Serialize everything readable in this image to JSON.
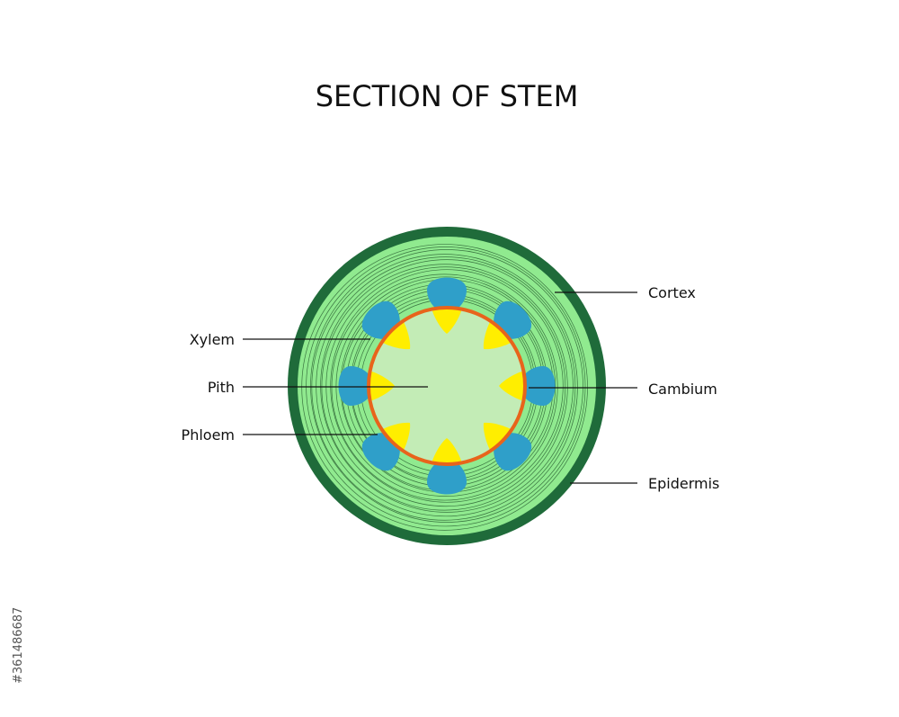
{
  "title": "SECTION OF STEM",
  "labels": {
    "cortex": "Cortex",
    "cambium": "Cambium",
    "epidermis": "Epidermis",
    "xylem": "Xylem",
    "pith": "Pith",
    "phloem": "Phloem"
  },
  "stock_id": "#361486687",
  "colors": {
    "epidermis": "#1f6b3a",
    "cortex": "#90ea8f",
    "cortex_lines": "#1d4d27",
    "phloem": "#2f9fc9",
    "xylem": "#ffee00",
    "cambium": "#e8641b",
    "pith": "#c3ecb6",
    "text": "#111111"
  },
  "vascular_bundle_count": 8
}
